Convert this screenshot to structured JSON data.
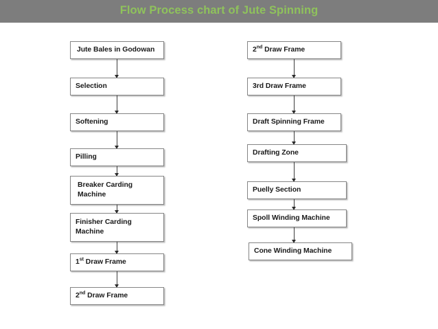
{
  "header": {
    "title": "Flow Process chart of Jute Spinning",
    "bar_color": "#7d7d7d",
    "title_color": "#8fc25c"
  },
  "flowchart": {
    "box_border_color": "#848484",
    "box_fill_color": "#ffffff",
    "text_color": "#1a1a1a",
    "connector_color": "#3a3a3a",
    "left_column": [
      {
        "label": "Jute Bales in Godowan"
      },
      {
        "label": "Selection"
      },
      {
        "label": "Softening"
      },
      {
        "label": "Pilling"
      },
      {
        "label": "Breaker Carding",
        "label_line2": "Machine"
      },
      {
        "label": "Finisher Carding",
        "label_line2": "Machine"
      },
      {
        "label_prefix": "1",
        "label_sup": "st",
        "label_rest": " Draw Frame"
      },
      {
        "label_prefix": "2",
        "label_sup": "nd",
        "label_rest": " Draw Frame"
      }
    ],
    "right_column": [
      {
        "label_prefix": "2",
        "label_sup": "nd",
        "label_rest": " Draw Frame"
      },
      {
        "label": "3rd Draw Frame"
      },
      {
        "label": "Draft Spinning Frame"
      },
      {
        "label": "Drafting Zone"
      },
      {
        "label": "Puelly Section"
      },
      {
        "label": "Spoll Winding Machine"
      },
      {
        "label": "Cone Winding Machine"
      }
    ]
  }
}
